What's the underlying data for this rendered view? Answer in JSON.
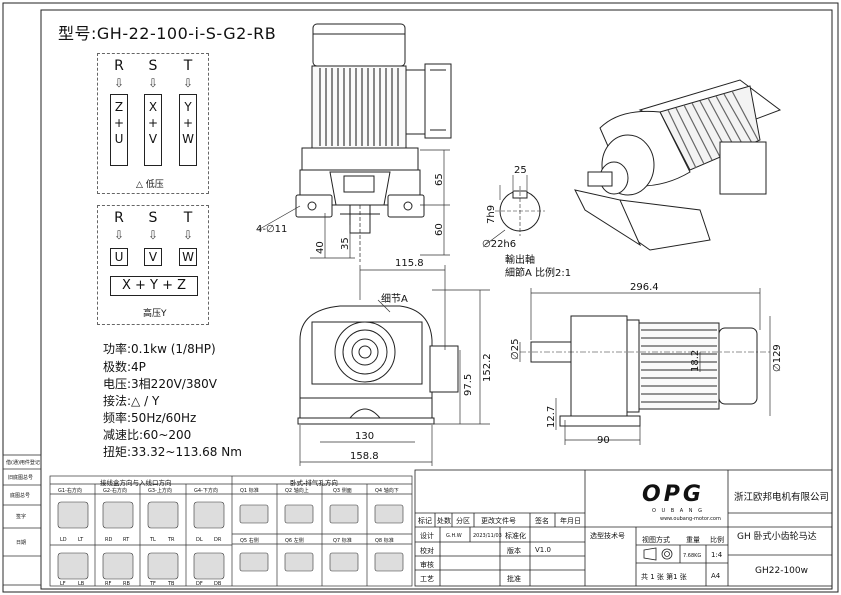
{
  "title": {
    "model": "型号:GH-22-100-i-S-G2-RB"
  },
  "wiring": {
    "low": {
      "phases": [
        "R",
        "S",
        "T"
      ],
      "arrow": "⇩",
      "terminals": [
        {
          "top": "Z",
          "mid": "+",
          "bot": "U"
        },
        {
          "top": "X",
          "mid": "+",
          "bot": "V"
        },
        {
          "top": "Y",
          "mid": "+",
          "bot": "W"
        }
      ],
      "caption": "△ 低压"
    },
    "high": {
      "phases": [
        "R",
        "S",
        "T"
      ],
      "arrow": "⇩",
      "terminals": [
        "U",
        "V",
        "W"
      ],
      "star": "X + Y + Z",
      "caption": "高压Y"
    }
  },
  "specs": [
    "功率:0.1kw (1/8HP)",
    "极数:4P",
    "电压:3相220V/380V",
    "接法:△ / Y",
    "频率:50Hz/60Hz",
    "减速比:60~200",
    "扭矩:33.32~113.68 Nm"
  ],
  "dims": {
    "side_65": "65",
    "side_60": "60",
    "side_40": "40",
    "side_35": "35",
    "hole": "4-∅11",
    "front_115_8": "115.8",
    "front_130": "130",
    "front_158_8": "158.8",
    "front_152_2": "152.2",
    "front_97_5": "97.5",
    "detail_a": "细节A",
    "shaft_25": "25",
    "shaft_7h9": "7h9",
    "shaft_22h6": "∅22h6",
    "plan_296_4": "296.4",
    "plan_25": "∅25",
    "plan_18_2": "18.2",
    "plan_129": "∅129",
    "plan_12_7": "12.7",
    "plan_90": "90"
  },
  "shaft_note": [
    "輸出軸",
    "細節A 比例2:1"
  ],
  "left_border": [
    "借(通)用件登记",
    "旧底图总号",
    "底图总号",
    "签字",
    "日期"
  ],
  "direction_table": {
    "left_header": "接线盒方向与入线口方向",
    "right_header": "卧式-排气孔方向",
    "left_cols": [
      "G1-右方向",
      "G2-右方向",
      "G3-上方向",
      "G4-下方向"
    ],
    "left_codes": [
      [
        "LD",
        "LT"
      ],
      [
        "RD",
        "RT"
      ],
      [
        "TL",
        "TR"
      ],
      [
        "DL",
        "DR"
      ],
      [
        "LF",
        "LB"
      ],
      [
        "RF",
        "RB"
      ],
      [
        "TF",
        "TB"
      ],
      [
        "DF",
        "DB"
      ]
    ],
    "right_top": [
      "Q1 标准",
      "Q2 轴向上",
      "Q3 侧面",
      "Q4 轴向下"
    ],
    "right_bottom": [
      "Q5 右侧",
      "Q6 左侧",
      "Q7 标准",
      "Q8 标准"
    ]
  },
  "title_block": {
    "logo": "OPG",
    "logo_sub": "O U B A N G",
    "website": "www.oubang-motor.com",
    "company": "浙江欧邦电机有限公司",
    "product": "GH 卧式小齿轮马达",
    "drawing_no": "GH22-100w",
    "row1": [
      "标记",
      "处数",
      "分区",
      "更改文件号",
      "签名",
      "年月日"
    ],
    "design": "设计",
    "designer": "G.H.W",
    "date": "2023/11/03",
    "std": "标准化",
    "check": "校对",
    "review": "审核",
    "process": "工艺",
    "version_label": "版本",
    "version": "V1.0",
    "approve": "批准",
    "tech_req": "选型技术号",
    "view_method": "视图方式",
    "weight_label": "重量",
    "ratio_label": "比例",
    "weight": "7.68KG",
    "ratio": "1:4",
    "sheets": "共 1 张 第1 张",
    "size": "A4"
  }
}
